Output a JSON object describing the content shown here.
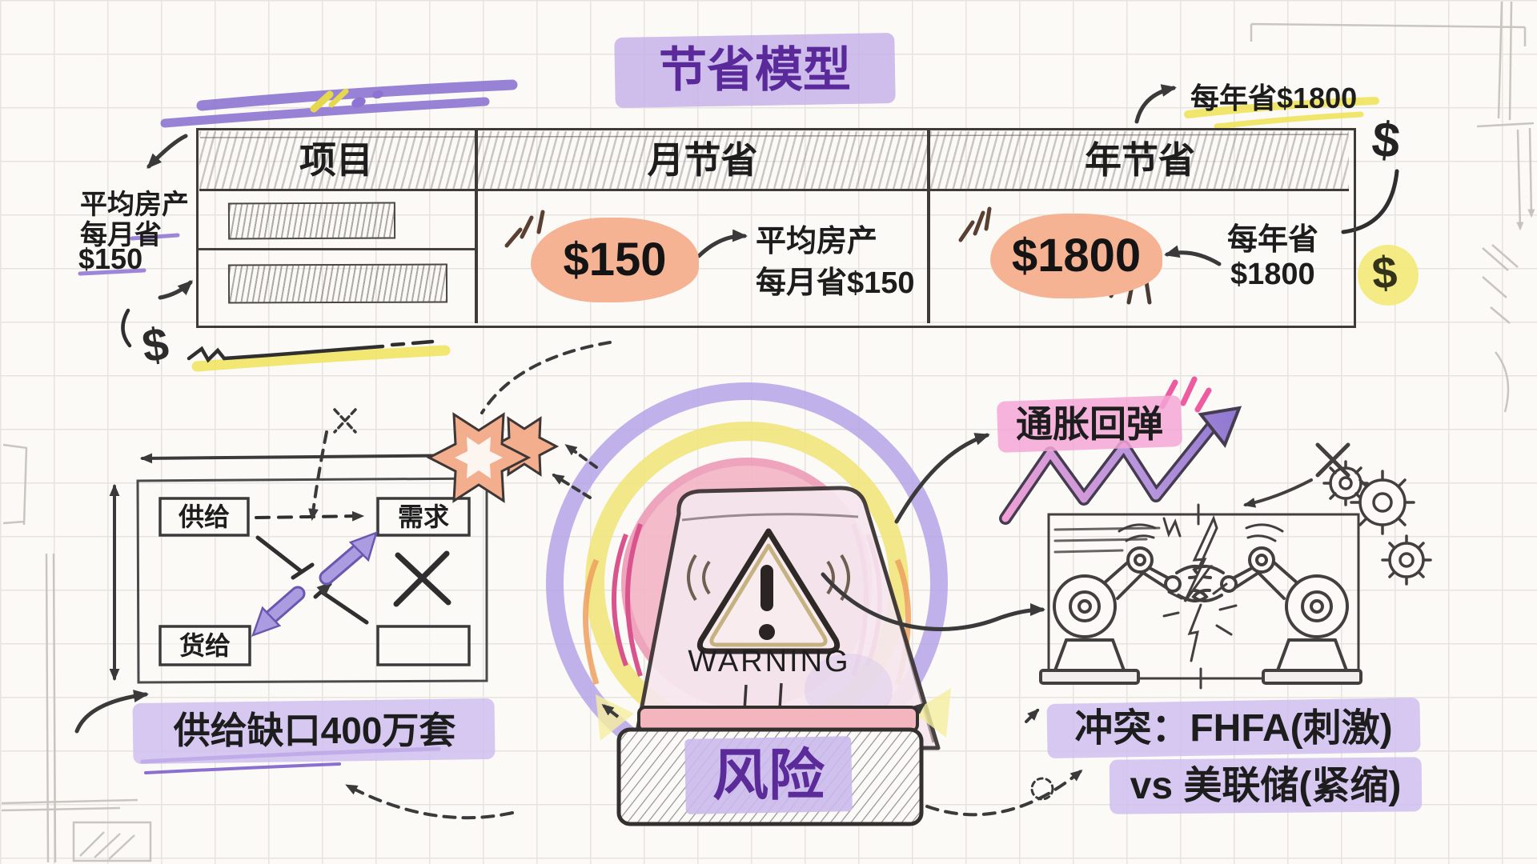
{
  "title": "节省模型",
  "table": {
    "headers": [
      "项目",
      "月节省",
      "年节省"
    ],
    "monthly": {
      "value": "$150",
      "note_line1": "平均房产",
      "note_line2": "每月省$150"
    },
    "annual": {
      "value": "$1800",
      "note_line1": "每年省",
      "note_line2": "$1800"
    }
  },
  "annotations": {
    "left_note": {
      "line1": "平均房产",
      "line2": "每月省",
      "line3": "$150"
    },
    "top_right_note": "每年省$1800",
    "dollar_symbol": "$"
  },
  "supply_demand": {
    "box_supply": "供给",
    "box_demand": "需求",
    "box_money": "货给",
    "caption": "供给缺口400万套"
  },
  "siren": {
    "warning_label": "WARNING",
    "risk_label": "风险"
  },
  "inflation": {
    "label": "通胀回弹"
  },
  "conflict": {
    "line1": "冲突：FHFA(刺激)",
    "line2": "vs 美联储(紧缩)"
  },
  "colors": {
    "accent_purple": "#5b2b9a",
    "highlight_lavender": "#cdbced",
    "highlight_peach": "#f6b394",
    "highlight_pink": "#f4a6d7",
    "highlight_yellow": "#f3e871",
    "ring_purple": "#b5a3e8",
    "ring_yellow": "#f1e47c",
    "ring_pink": "#f4b6c8"
  }
}
